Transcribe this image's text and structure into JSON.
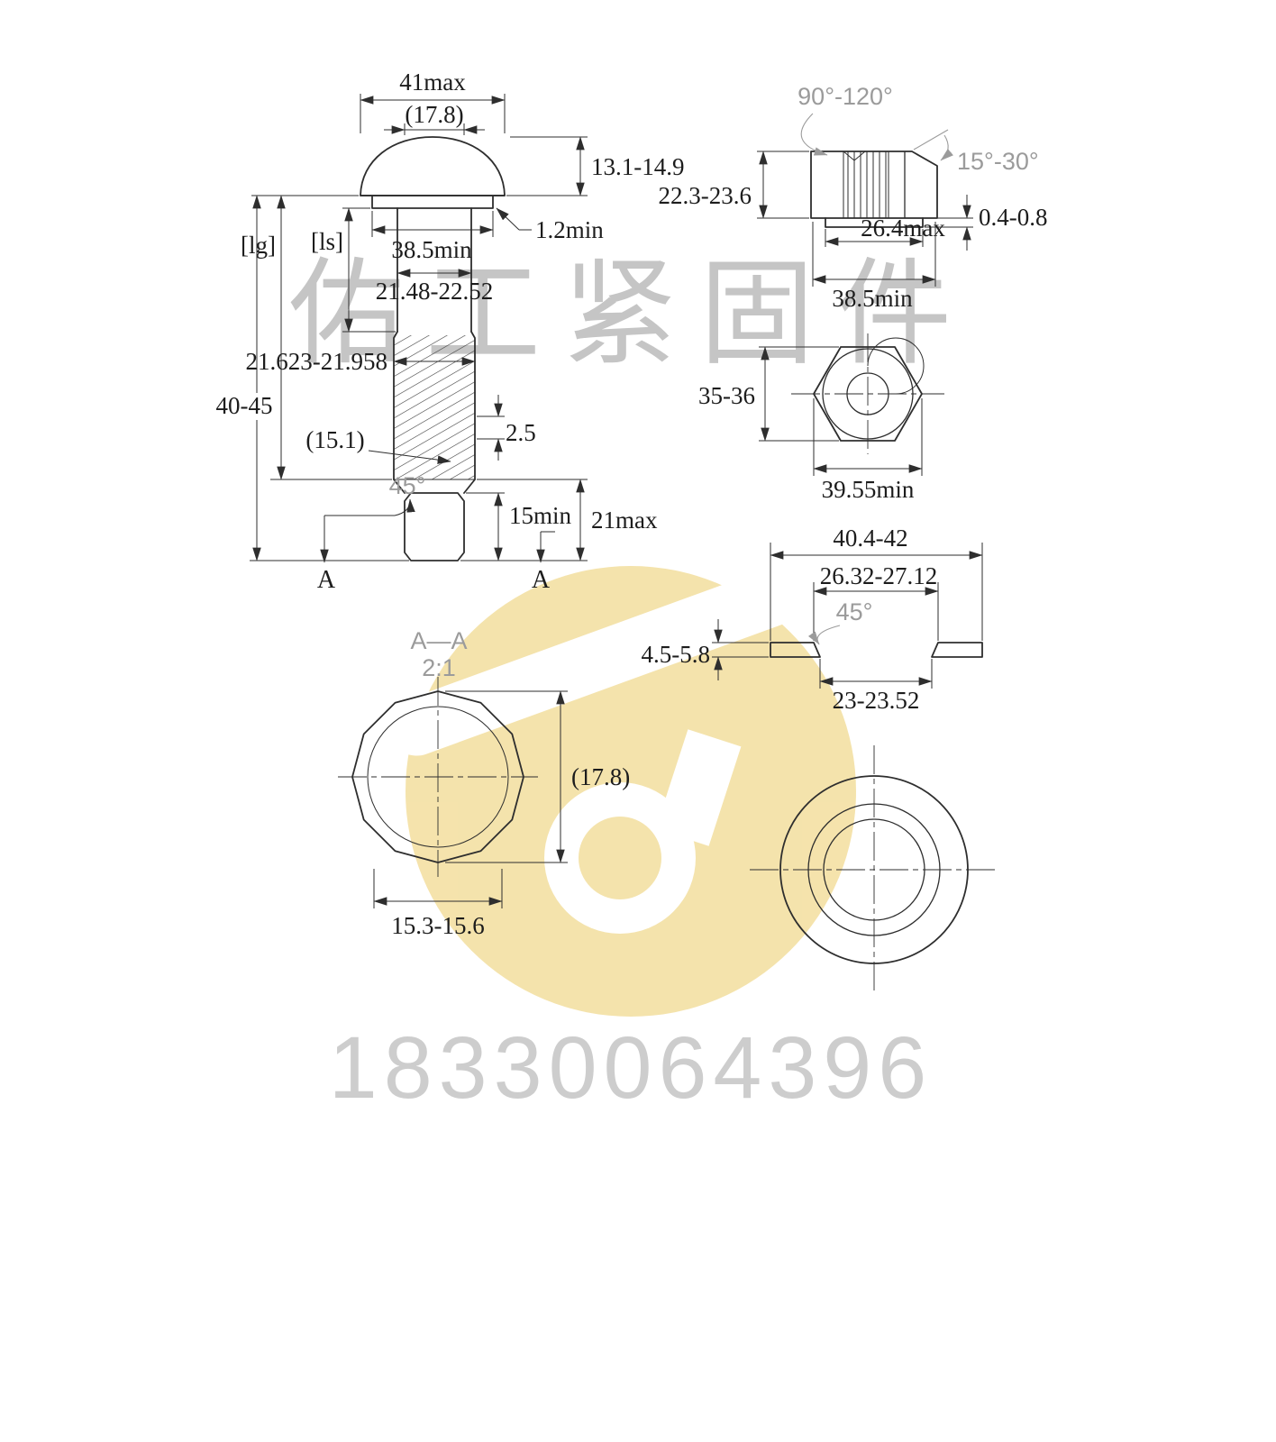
{
  "watermark": {
    "brand": "佑工紧固件",
    "phone": "18330064396",
    "logo_color": "#f4e2a8"
  },
  "bolt_view": {
    "dim_head_width": "41max",
    "dim_head_ref": "(17.8)",
    "dim_head_height": "13.1-14.9",
    "dim_grip": "[lg]",
    "dim_shank": "[ls]",
    "dim_bearing_dia": "38.5min",
    "dim_washer_face": "1.2min",
    "dim_shank_dia": "21.48-22.52",
    "dim_thread_dia": "21.623-21.958",
    "dim_length": "40-45",
    "dim_root_ref": "(15.1)",
    "dim_pitch": "2.5",
    "dim_chamfer_angle": "45°",
    "dim_spline_len": "15min",
    "dim_thread_len": "21max",
    "section_a_left": "A",
    "section_a_right": "A"
  },
  "nut_section_view": {
    "dim_countersink_angle": "90°-120°",
    "dim_chamfer_angle": "15°-30°",
    "dim_height": "22.3-23.6",
    "dim_boss_height": "0.4-0.8",
    "dim_boss_dia": "26.4max",
    "dim_bearing_dia": "38.5min"
  },
  "nut_top_view": {
    "dim_across_flats": "35-36",
    "dim_across_corners": "39.55min"
  },
  "washer_section_view": {
    "dim_outer_dia": "40.4-42",
    "dim_top_hole_dia": "26.32-27.12",
    "dim_chamfer_angle": "45°",
    "dim_thickness": "4.5-5.8",
    "dim_hole_dia": "23-23.52"
  },
  "spline_section_view": {
    "title": "A—A",
    "scale": "2:1",
    "dim_dia_ref": "(17.8)",
    "dim_across_flats": "15.3-15.6"
  }
}
